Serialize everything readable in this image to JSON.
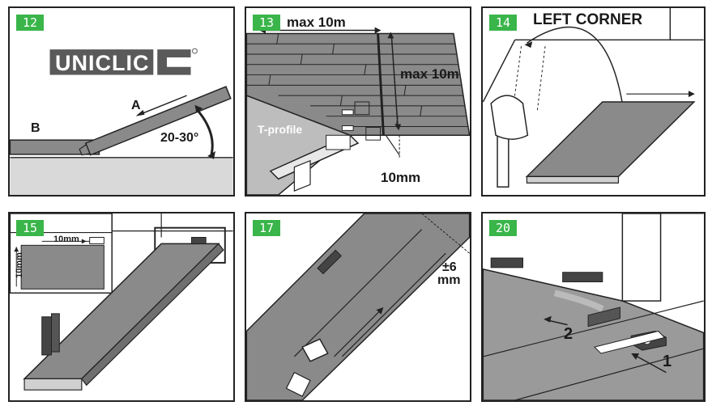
{
  "panels": [
    {
      "step": "12",
      "brand": "UNICLIC",
      "label_a": "A",
      "label_b": "B",
      "angle": "20-30°"
    },
    {
      "step": "13",
      "max_h": "max 10m",
      "max_v": "max 10m",
      "profile": "T-profile",
      "gap": "10mm"
    },
    {
      "step": "14",
      "title": "LEFT CORNER"
    },
    {
      "step": "15",
      "gap_h": "10mm",
      "gap_v": "10mm"
    },
    {
      "step": "17",
      "gap_pm": "±6",
      "gap_unit": "mm"
    },
    {
      "step": "20",
      "num1": "1",
      "num2": "2"
    }
  ]
}
